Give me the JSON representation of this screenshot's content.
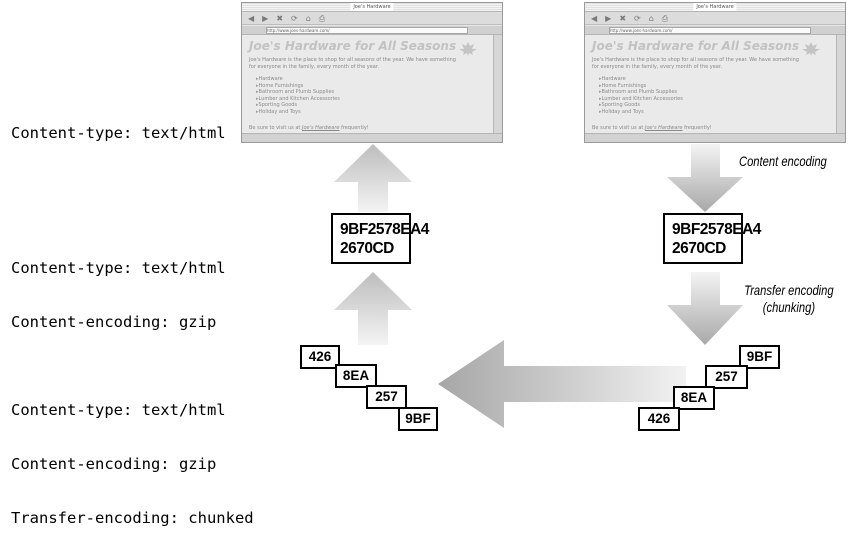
{
  "header_labels": {
    "plain": [
      "Content-type: text/html"
    ],
    "encoded": [
      "Content-type: text/html",
      "Content-encoding: gzip"
    ],
    "chunked": [
      "Content-type: text/html",
      "Content-encoding: gzip",
      "Transfer-encoding: chunked"
    ]
  },
  "browser_window": {
    "title": "Joe's Hardware",
    "toolbar_icons": [
      "back-arrow-icon",
      "forward-arrow-icon",
      "stop-icon",
      "reload-icon",
      "home-icon",
      "print-icon"
    ],
    "url": "http://www.joes-hardware.com/",
    "page_title": "Joe's Hardware for All Seasons",
    "intro_before": "Joe's Hardware is the place to shop for all seasons of the year. We have something for everyone in the family, every month of the year.",
    "menu_items": [
      "Hardware",
      "Home Furnishings",
      "Bathroom and Plumb Supplies",
      "Lumber and Kitchen Accessories",
      "Sporting Goods",
      "Holiday and Toys"
    ],
    "footer_prefix": "Be sure to visit us at",
    "footer_link": "Joe's Hardware",
    "footer_suffix": "frequently!"
  },
  "encoded_body": {
    "line1": "9BF2578EA4",
    "line2": "2670CD"
  },
  "chunks_received": [
    "426",
    "8EA",
    "257",
    "9BF"
  ],
  "chunks_sent": [
    "9BF",
    "257",
    "8EA",
    "426"
  ],
  "step_labels": {
    "content_encoding": "Content encoding",
    "transfer_encoding": "Transfer encoding",
    "transfer_encoding_note": "(chunking)"
  },
  "colors": {
    "arrow_light": "#eeeeee",
    "arrow_dark": "#a6a6a6",
    "box_border": "#000000"
  }
}
